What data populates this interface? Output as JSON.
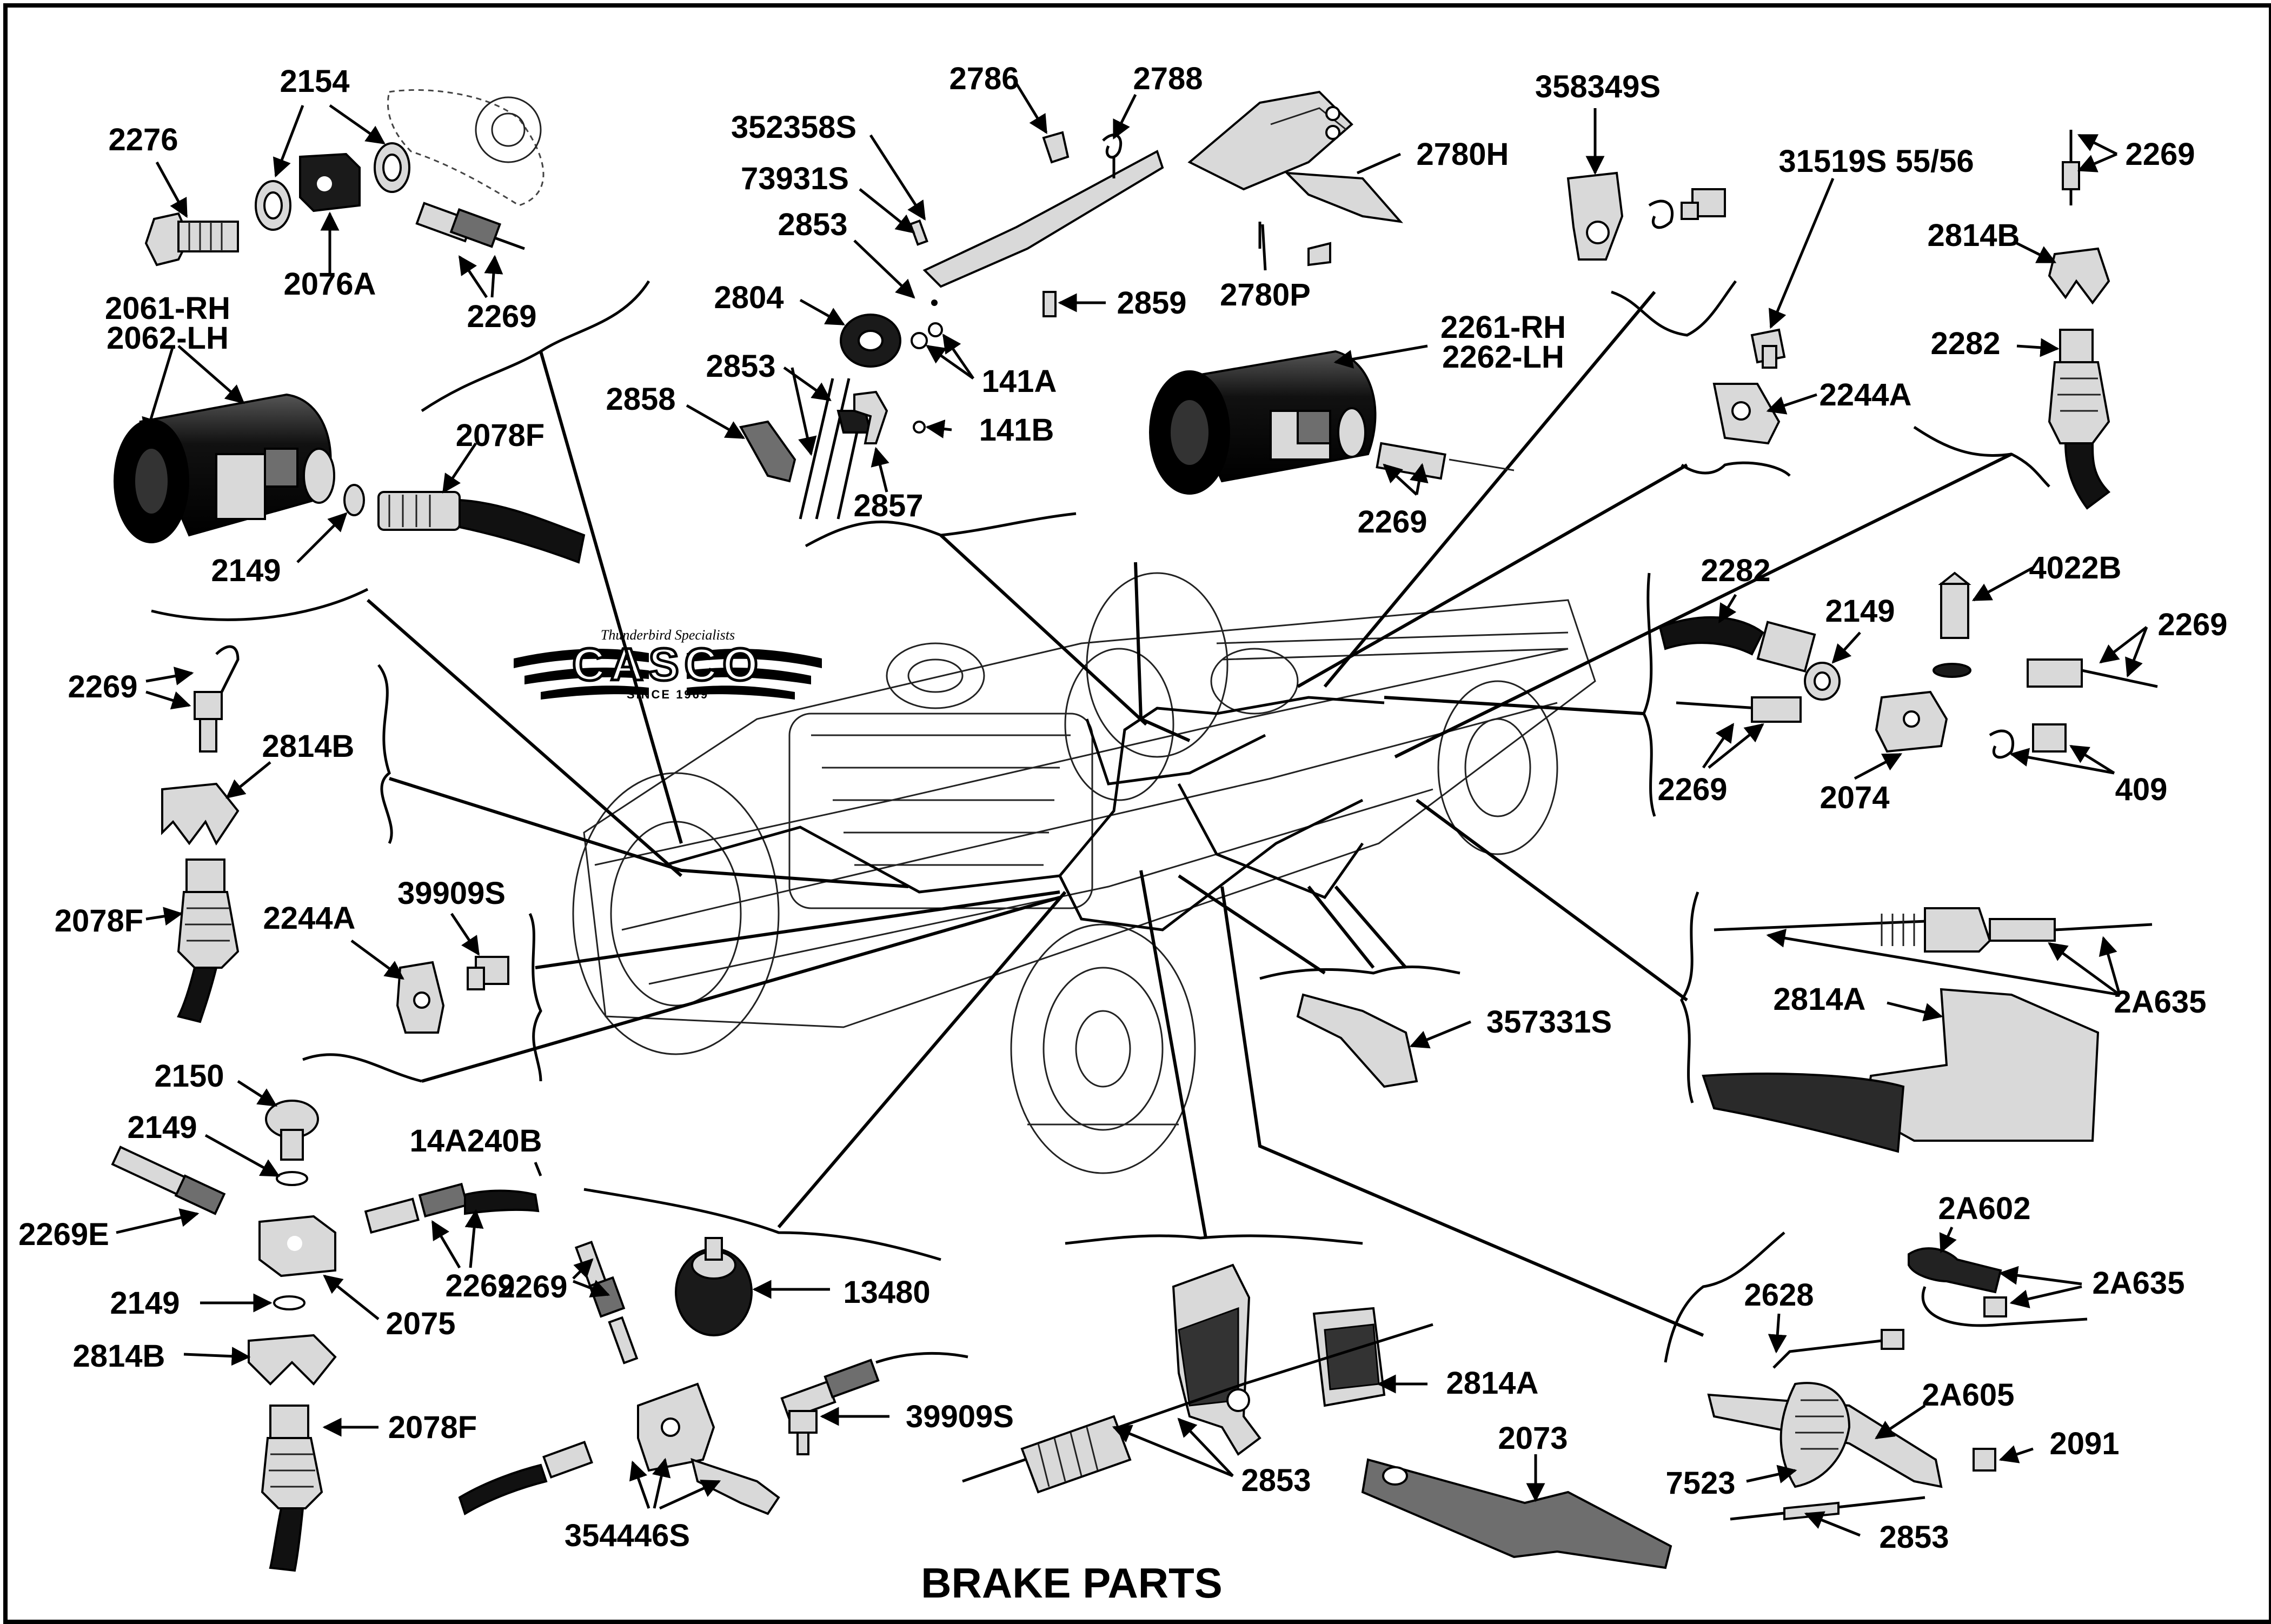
{
  "title": "BRAKE PARTS",
  "logo": {
    "tagline": "Thunderbird Specialists",
    "brand": "CASCO",
    "since": "SINCE 1969"
  },
  "labels": {
    "p2154": "2154",
    "p2276": "2276",
    "p2076A": "2076A",
    "p2269_tl": "2269",
    "p2061RH": "2061-RH",
    "p2062LH": "2062-LH",
    "p2078F_top": "2078F",
    "p2149_top": "2149",
    "p2786": "2786",
    "p2788": "2788",
    "p352358S": "352358S",
    "p73931S": "73931S",
    "p2853_a": "2853",
    "p2804": "2804",
    "p2853_b": "2853",
    "p2858": "2858",
    "p2857": "2857",
    "p141A": "141A",
    "p141B": "141B",
    "p2859": "2859",
    "p2780P": "2780P",
    "p2780H": "2780H",
    "p2261RH": "2261-RH",
    "p2262LH": "2262-LH",
    "p2269_wc": "2269",
    "p358349S": "358349S",
    "p31519S": "31519S 55/56",
    "p2244A_tr": "2244A",
    "p2269_tr": "2269",
    "p2814B_tr": "2814B",
    "p2282_tr": "2282",
    "p2269_ml": "2269",
    "p2814B_ml": "2814B",
    "p2078F_ml": "2078F",
    "p2244A_ml": "2244A",
    "p39909S_ml": "39909S",
    "p2282_mr": "2282",
    "p2149_mr": "2149",
    "p4022B": "4022B",
    "p2269_mr1": "2269",
    "p2269_mr2": "2269",
    "p2074": "2074",
    "p409": "409",
    "p2A635_mr": "2A635",
    "p2814A_mr": "2814A",
    "p357331S": "357331S",
    "p2150": "2150",
    "p2149_bl1": "2149",
    "p14A240B": "14A240B",
    "p2269E": "2269E",
    "p2269_bl": "2269",
    "p2149_bl2": "2149",
    "p2075": "2075",
    "p2814B_bl": "2814B",
    "p2078F_bl": "2078F",
    "p2269_bc": "2269",
    "p13480": "13480",
    "p39909S_bc": "39909S",
    "p354446S": "354446S",
    "p2814A_bc": "2814A",
    "p2853_bc": "2853",
    "p2073": "2073",
    "p2A602": "2A602",
    "p2A635_br": "2A635",
    "p2628": "2628",
    "p2A605": "2A605",
    "p2091": "2091",
    "p7523": "7523",
    "p2853_br": "2853"
  }
}
